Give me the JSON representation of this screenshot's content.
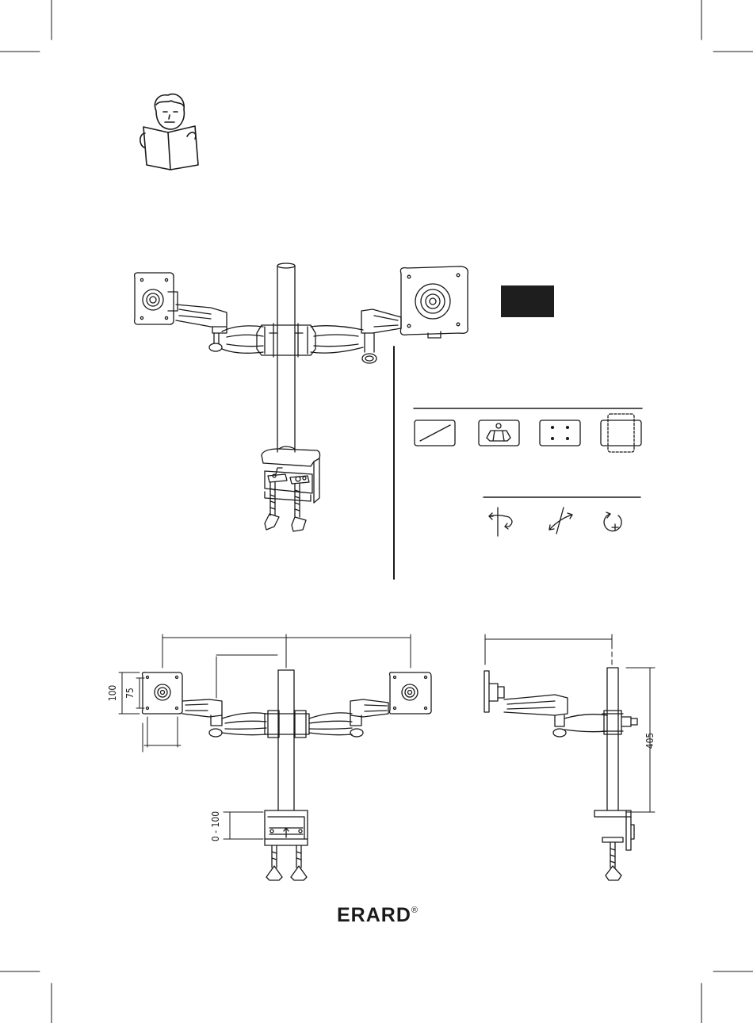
{
  "document": {
    "brand": {
      "name": "ERARD",
      "mark": "®"
    },
    "dimensions": {
      "plate_outer": "100",
      "plate_inner": "75",
      "clamp_range": "0 - 100",
      "pole_height": "405"
    },
    "colors": {
      "ink": "#1a1a1a",
      "badge": "#1e1e1e"
    },
    "icons": [
      "reader-icon",
      "screen-size-icon",
      "weight-icon",
      "vesa-holes-icon",
      "vesa-dashed-icon",
      "swivel-icon",
      "tilt-icon",
      "rotate-icon"
    ]
  }
}
